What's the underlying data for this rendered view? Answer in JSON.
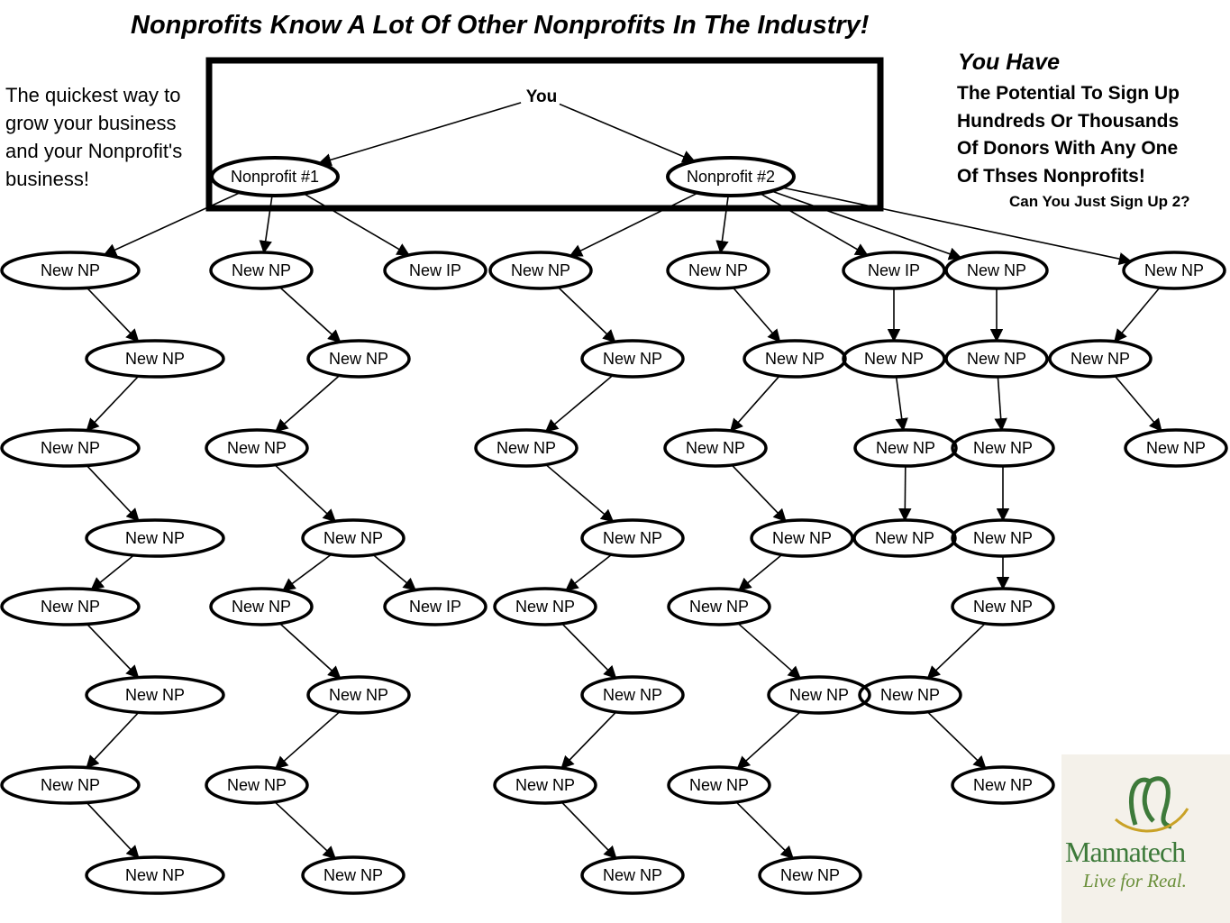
{
  "title": "Nonprofits Know A Lot Of Other Nonprofits In The Industry!",
  "left_note": "The quickest way to grow your business and your Nonprofit's business!",
  "right_note": {
    "heading": "You Have",
    "lines": [
      "The Potential To Sign Up",
      "Hundreds Or Thousands",
      "Of Donors With Any One",
      "Of Thses Nonprofits!"
    ],
    "question": "Can You Just Sign Up 2?"
  },
  "logo": {
    "wordmark": "Mannatech",
    "tagline": "Live for Real."
  },
  "colors": {
    "ink": "#000000",
    "background": "#ffffff",
    "logo_green": "#3d7a3a",
    "logo_gold": "#c9a227"
  },
  "nodes": [
    {
      "id": "you",
      "label": "You"
    },
    {
      "id": "np1",
      "label": "Nonprofit #1"
    },
    {
      "id": "np2",
      "label": "Nonprofit #2"
    },
    {
      "id": "a1",
      "label": "New NP"
    },
    {
      "id": "a2",
      "label": "New NP"
    },
    {
      "id": "a3",
      "label": "New NP"
    },
    {
      "id": "a4",
      "label": "New NP"
    },
    {
      "id": "a5",
      "label": "New NP"
    },
    {
      "id": "a6",
      "label": "New NP"
    },
    {
      "id": "a7",
      "label": "New NP"
    },
    {
      "id": "a8",
      "label": "New NP"
    },
    {
      "id": "b1",
      "label": "New NP"
    },
    {
      "id": "b2",
      "label": "New NP"
    },
    {
      "id": "b3",
      "label": "New NP"
    },
    {
      "id": "b4",
      "label": "New NP"
    },
    {
      "id": "b5",
      "label": "New NP"
    },
    {
      "id": "b5r",
      "label": "New IP"
    },
    {
      "id": "b6",
      "label": "New NP"
    },
    {
      "id": "b7",
      "label": "New NP"
    },
    {
      "id": "b8",
      "label": "New NP"
    },
    {
      "id": "c1",
      "label": "New IP"
    },
    {
      "id": "d1",
      "label": "New NP"
    },
    {
      "id": "d2",
      "label": "New NP"
    },
    {
      "id": "d3",
      "label": "New NP"
    },
    {
      "id": "d4",
      "label": "New NP"
    },
    {
      "id": "d5",
      "label": "New NP"
    },
    {
      "id": "d6",
      "label": "New NP"
    },
    {
      "id": "d7",
      "label": "New NP"
    },
    {
      "id": "d8",
      "label": "New NP"
    },
    {
      "id": "e1",
      "label": "New NP"
    },
    {
      "id": "e2",
      "label": "New NP"
    },
    {
      "id": "e3",
      "label": "New NP"
    },
    {
      "id": "e4",
      "label": "New NP"
    },
    {
      "id": "e5",
      "label": "New NP"
    },
    {
      "id": "e6",
      "label": "New NP"
    },
    {
      "id": "e6b",
      "label": "New NP"
    },
    {
      "id": "e7",
      "label": "New NP"
    },
    {
      "id": "e8",
      "label": "New NP"
    },
    {
      "id": "f1",
      "label": "New IP"
    },
    {
      "id": "f2",
      "label": "New NP"
    },
    {
      "id": "f3",
      "label": "New NP"
    },
    {
      "id": "f4",
      "label": "New NP"
    },
    {
      "id": "g1",
      "label": "New NP"
    },
    {
      "id": "g2",
      "label": "New NP"
    },
    {
      "id": "g3",
      "label": "New NP"
    },
    {
      "id": "g4",
      "label": "New NP"
    },
    {
      "id": "g5",
      "label": "New NP"
    },
    {
      "id": "g6",
      "label": "New NP"
    },
    {
      "id": "g7",
      "label": "New NP"
    },
    {
      "id": "h1",
      "label": "New NP"
    },
    {
      "id": "h2",
      "label": "New NP"
    },
    {
      "id": "h3",
      "label": "New NP"
    }
  ],
  "edges": [
    [
      "you",
      "np1"
    ],
    [
      "you",
      "np2"
    ],
    [
      "np1",
      "a1"
    ],
    [
      "np1",
      "b1"
    ],
    [
      "np1",
      "c1"
    ],
    [
      "np2",
      "d1"
    ],
    [
      "np2",
      "e1"
    ],
    [
      "np2",
      "f1"
    ],
    [
      "np2",
      "g1"
    ],
    [
      "np2",
      "h1"
    ],
    [
      "a1",
      "a2"
    ],
    [
      "a2",
      "a3"
    ],
    [
      "a3",
      "a4"
    ],
    [
      "a4",
      "a5"
    ],
    [
      "a5",
      "a6"
    ],
    [
      "a6",
      "a7"
    ],
    [
      "a7",
      "a8"
    ],
    [
      "b1",
      "b2"
    ],
    [
      "b2",
      "b3"
    ],
    [
      "b3",
      "b4"
    ],
    [
      "b4",
      "b5"
    ],
    [
      "b4",
      "b5r"
    ],
    [
      "b5",
      "b6"
    ],
    [
      "b6",
      "b7"
    ],
    [
      "b7",
      "b8"
    ],
    [
      "d1",
      "d2"
    ],
    [
      "d2",
      "d3"
    ],
    [
      "d3",
      "d4"
    ],
    [
      "d4",
      "d5"
    ],
    [
      "d5",
      "d6"
    ],
    [
      "d6",
      "d7"
    ],
    [
      "d7",
      "d8"
    ],
    [
      "e1",
      "e2"
    ],
    [
      "e2",
      "e3"
    ],
    [
      "e3",
      "e4"
    ],
    [
      "e4",
      "e5"
    ],
    [
      "e5",
      "e6"
    ],
    [
      "e6",
      "e7"
    ],
    [
      "e7",
      "e8"
    ],
    [
      "e6b",
      "g7"
    ],
    [
      "f1",
      "f2"
    ],
    [
      "f2",
      "f3"
    ],
    [
      "f3",
      "f4"
    ],
    [
      "g1",
      "g2"
    ],
    [
      "g2",
      "g3"
    ],
    [
      "g3",
      "g4"
    ],
    [
      "g4",
      "g5"
    ],
    [
      "g5",
      "e6b"
    ],
    [
      "h1",
      "h2"
    ],
    [
      "h2",
      "h3"
    ]
  ]
}
